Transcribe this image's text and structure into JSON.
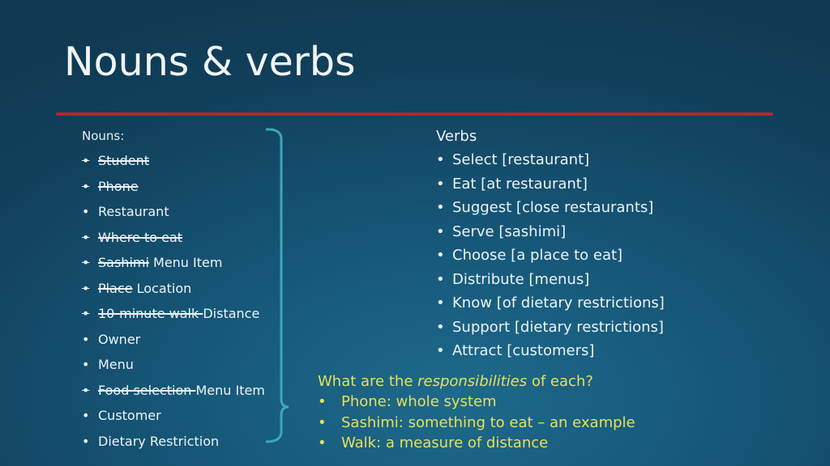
{
  "slide": {
    "title": "Nouns & verbs",
    "colors": {
      "accent_rule": "#b22632",
      "brace": "#3aa8b8",
      "highlight_text": "#e6e05a",
      "text": "#eef3f6"
    }
  },
  "nouns": {
    "heading": "Nouns:",
    "items": [
      {
        "struck": "Student",
        "text": ""
      },
      {
        "struck": "Phone",
        "text": ""
      },
      {
        "struck": "",
        "text": "Restaurant"
      },
      {
        "struck": "Where to eat",
        "text": ""
      },
      {
        "struck": "Sashimi",
        "text": " Menu Item"
      },
      {
        "struck": "Place",
        "text": " Location"
      },
      {
        "struck": "10-minute walk ",
        "text": "Distance"
      },
      {
        "struck": "",
        "text": "Owner"
      },
      {
        "struck": "",
        "text": "Menu"
      },
      {
        "struck": "Food selection ",
        "text": "Menu Item"
      },
      {
        "struck": "",
        "text": "Customer"
      },
      {
        "struck": "",
        "text": "Dietary Restriction"
      }
    ]
  },
  "verbs": {
    "heading": "Verbs",
    "items": [
      "Select [restaurant]",
      "Eat [at restaurant]",
      "Suggest [close restaurants]",
      "Serve [sashimi]",
      "Choose [a place to eat]",
      "Distribute [menus]",
      "Know [of dietary restrictions]",
      "Support [dietary restrictions]",
      "Attract [customers]"
    ]
  },
  "responsibilities": {
    "question_prefix": "What are the ",
    "question_emphasis": "responsibilities",
    "question_suffix": " of each?",
    "items": [
      "Phone: whole system",
      "Sashimi: something to eat – an example",
      "Walk: a measure of distance"
    ]
  },
  "bullet": "•"
}
